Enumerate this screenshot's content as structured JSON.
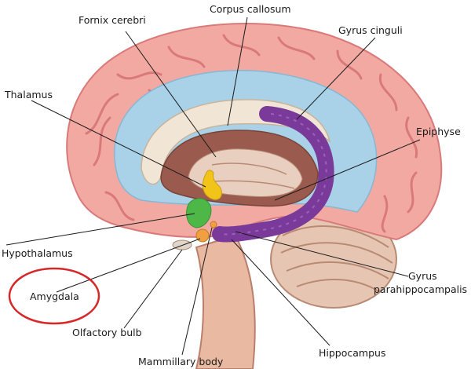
{
  "labels": {
    "fornix": "Fornix cerebri",
    "corpus_callosum": "Corpus callosum",
    "gyrus_cinguli": "Gyrus cinguli",
    "thalamus": "Thalamus",
    "epiphyse": "Epiphyse",
    "hypothalamus": "Hypothalamus",
    "gyrus_para_1": "Gyrus",
    "gyrus_para_2": "parahippocampalis",
    "amygdala": "Amygdala",
    "olfactory_bulb": "Olfactory bulb",
    "hippocampus": "Hippocampus",
    "mammillary_body": "Mammillary body"
  },
  "colors": {
    "cortex": "#f2a9a2",
    "cortex_fold": "#d9797a",
    "cingulate": "#a9d2e8",
    "corpus_callosum": "#f1e6d6",
    "inner_brown": "#9a5b4e",
    "fornix_purple": "#7a3a9a",
    "thalamus_yellow": "#f2c318",
    "hypothalamus_green": "#4db847",
    "amygdala_orange": "#f0a040",
    "highlight_circle": "#d62828",
    "leader": "#1a1a1a"
  }
}
